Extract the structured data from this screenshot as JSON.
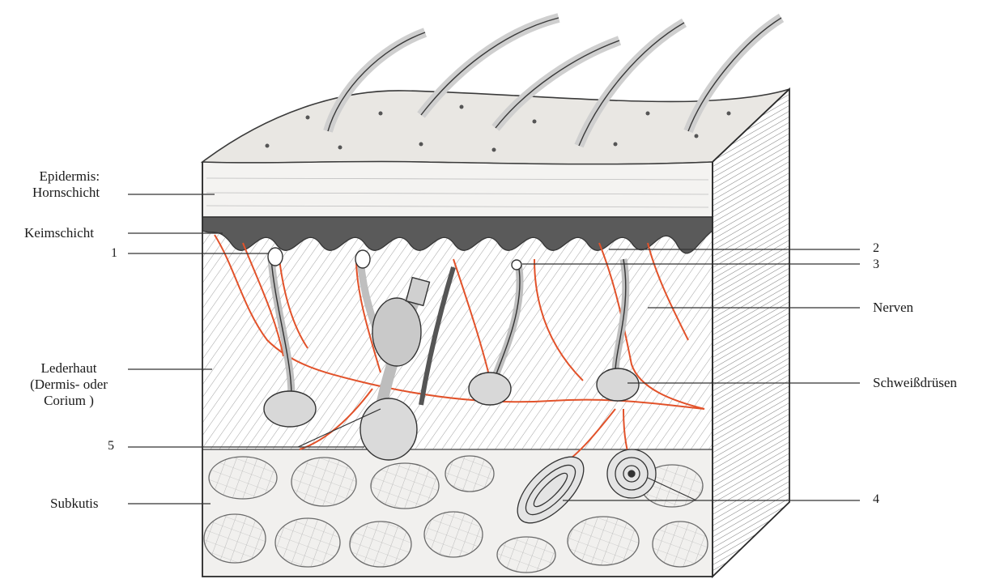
{
  "labels": {
    "epidermis_line1": "Epidermis:",
    "epidermis_line2": "Hornschicht",
    "keimschicht": "Keimschicht",
    "lederhaut_line1": "Lederhaut",
    "lederhaut_line2": "(Dermis- oder",
    "lederhaut_line3": "Corium )",
    "subkutis": "Subkutis",
    "nerven": "Nerven",
    "schweissdruesen": "Schweißdrüsen",
    "num_1": "1",
    "num_2": "2",
    "num_3": "3",
    "num_4": "4",
    "num_5": "5"
  },
  "colors": {
    "ink": "#2a2a2a",
    "pencil": "#6b6b6b",
    "nerve": "#e2522a",
    "paper": "#ffffff"
  }
}
